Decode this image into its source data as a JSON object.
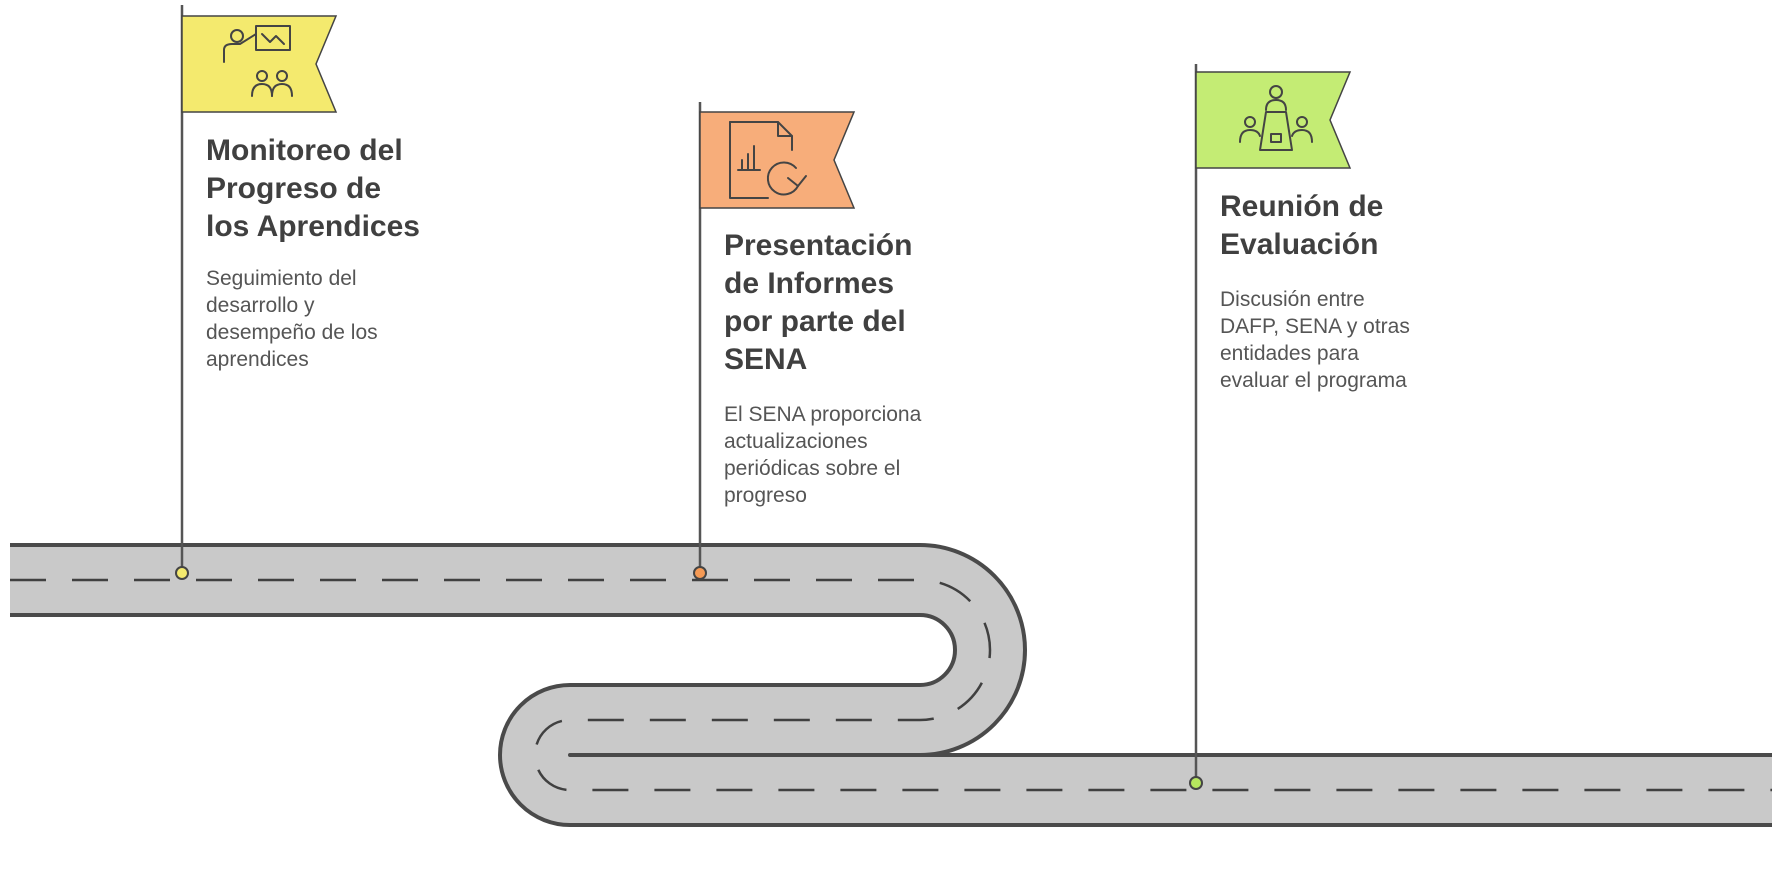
{
  "milestones": [
    {
      "title_lines": [
        "Monitoreo del",
        "Progreso de",
        "los Aprendices"
      ],
      "desc_lines": [
        "Seguimiento del",
        "desarrollo y",
        "desempeño de los",
        "aprendices"
      ],
      "flag_color": "#f4ea6e",
      "marker_color": "#f4ea6e",
      "icon": "teacher-students-icon"
    },
    {
      "title_lines": [
        "Presentación",
        "de Informes",
        "por parte del",
        "SENA"
      ],
      "desc_lines": [
        "El SENA proporciona",
        "actualizaciones",
        "periódicas sobre el",
        "progreso"
      ],
      "flag_color": "#f7ad7a",
      "marker_color": "#f59a55",
      "icon": "report-refresh-icon"
    },
    {
      "title_lines": [
        "Reunión de",
        "Evaluación"
      ],
      "desc_lines": [
        "Discusión entre",
        "DAFP, SENA y otras",
        "entidades para",
        "evaluar el programa"
      ],
      "flag_color": "#c4ec74",
      "marker_color": "#b6e65e",
      "icon": "meeting-table-icon"
    }
  ],
  "colors": {
    "road": "#c9c9c9",
    "road_edge": "#4a4a4a",
    "road_dash": "#404040",
    "pole": "#555555"
  }
}
